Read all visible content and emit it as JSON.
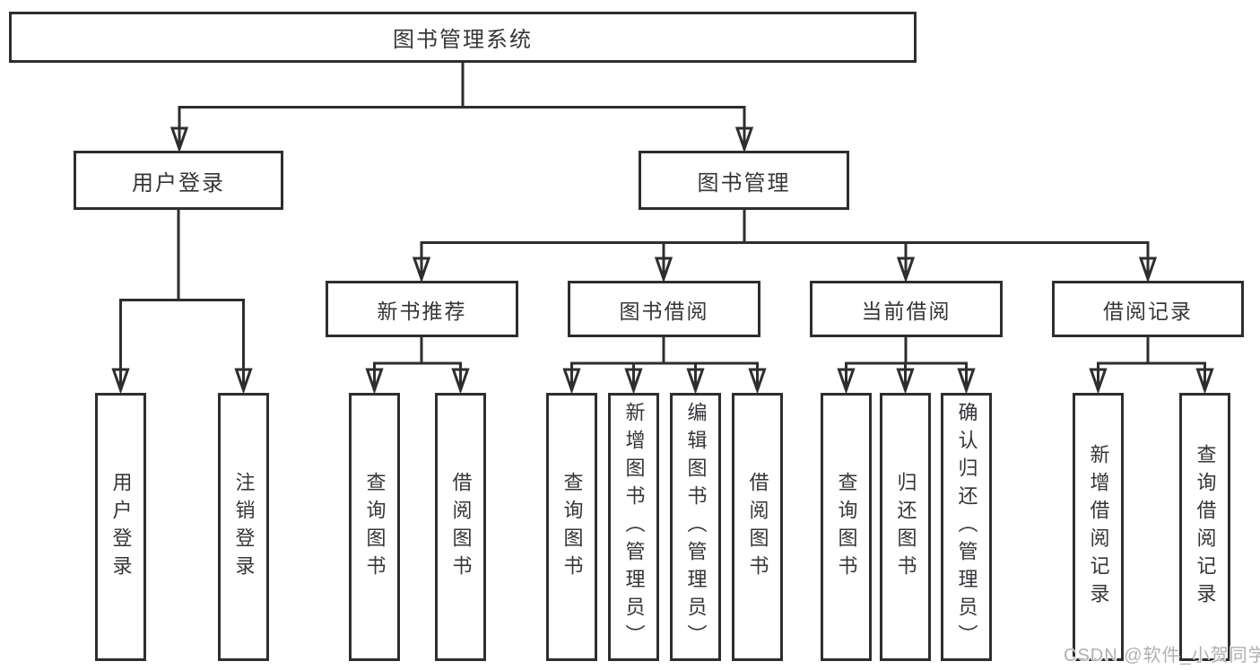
{
  "tree": {
    "label": "图书管理系统",
    "children": [
      {
        "label": "用户登录",
        "children": [
          {
            "label": "用户登录"
          },
          {
            "label": "注销登录"
          }
        ]
      },
      {
        "label": "图书管理",
        "children": [
          {
            "label": "新书推荐",
            "children": [
              {
                "label": "查询图书"
              },
              {
                "label": "借阅图书"
              }
            ]
          },
          {
            "label": "图书借阅",
            "children": [
              {
                "label": "查询图书"
              },
              {
                "label": "新增图书（管理员）"
              },
              {
                "label": "编辑图书（管理员）"
              },
              {
                "label": "借阅图书"
              }
            ]
          },
          {
            "label": "当前借阅",
            "children": [
              {
                "label": "查询图书"
              },
              {
                "label": "归还图书"
              },
              {
                "label": "确认归还（管理员）"
              }
            ]
          },
          {
            "label": "借阅记录",
            "children": [
              {
                "label": "新增借阅记录"
              },
              {
                "label": "查询借阅记录"
              }
            ]
          }
        ]
      }
    ]
  },
  "watermark": {
    "text": "CSDN @软件_小贺同学"
  },
  "colors": {
    "line": "#2e2e2e",
    "text": "#36363a",
    "watermark": "#b0b0b0",
    "background": "#ffffff"
  }
}
